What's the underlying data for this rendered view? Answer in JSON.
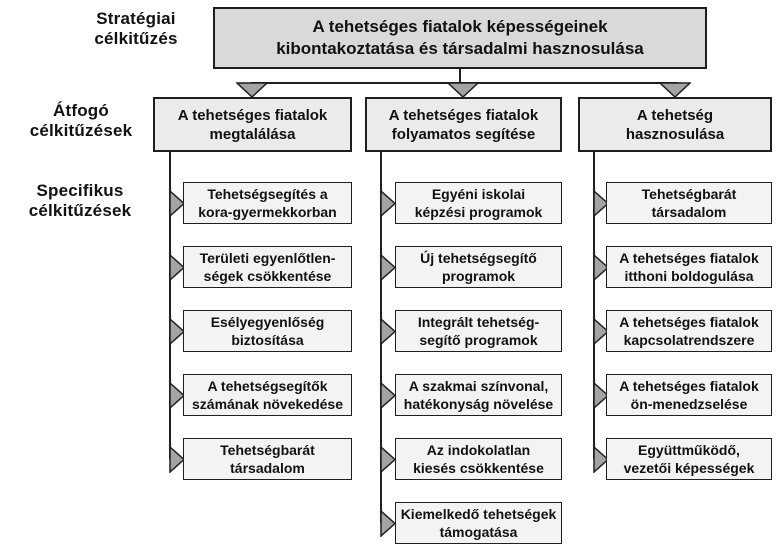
{
  "diagram": {
    "colors": {
      "top_box_fill": "#d9d9d9",
      "level2_box_fill": "#ebebeb",
      "item_box_fill": "#f3f3f3",
      "border_color": "#1f1f1f",
      "arrow_fill": "#a3a3a3",
      "text_color": "#111111",
      "background": "#ffffff"
    },
    "row_labels": [
      {
        "line1": "Stratégiai",
        "line2": "célkitűzés"
      },
      {
        "line1": "Átfogó",
        "line2": "célkitűzések"
      },
      {
        "line1": "Specifikus",
        "line2": "célkitűzések"
      }
    ],
    "strategic_goal": {
      "line1": "A tehetséges fiatalok képességeinek",
      "line2": "kibontakoztatása és társadalmi hasznosulása"
    },
    "columns": [
      {
        "heading": {
          "line1": "A tehetséges fiatalok",
          "line2": "megtalálása"
        },
        "items": [
          {
            "line1": "Tehetségsegítés a",
            "line2": "kora-gyermekkorban"
          },
          {
            "line1": "Területi egyenlőtlen-",
            "line2": "ségek csökkentése"
          },
          {
            "line1": "Esélyegyenlőség",
            "line2": "biztosítása"
          },
          {
            "line1": "A tehetségsegítők",
            "line2": "számának növekedése"
          },
          {
            "line1": "Tehetségbarát",
            "line2": "társadalom"
          }
        ]
      },
      {
        "heading": {
          "line1": "A tehetséges fiatalok",
          "line2": "folyamatos segítése"
        },
        "items": [
          {
            "line1": "Egyéni iskolai",
            "line2": "képzési programok"
          },
          {
            "line1": "Új tehetségsegítő",
            "line2": "programok"
          },
          {
            "line1": "Integrált tehetség-",
            "line2": "segítő programok"
          },
          {
            "line1": "A szakmai színvonal,",
            "line2": "hatékonyság növelése"
          },
          {
            "line1": "Az indokolatlan",
            "line2": "kiesés csökkentése"
          },
          {
            "line1": "Kiemelkedő tehetségek",
            "line2": "támogatása"
          }
        ]
      },
      {
        "heading": {
          "line1": "A tehetség",
          "line2": "hasznosulása"
        },
        "items": [
          {
            "line1": "Tehetségbarát",
            "line2": "társadalom"
          },
          {
            "line1": "A tehetséges fiatalok",
            "line2": "itthoni boldogulása"
          },
          {
            "line1": "A tehetséges fiatalok",
            "line2": "kapcsolatrendszere"
          },
          {
            "line1": "A tehetséges fiatalok",
            "line2": "ön-menedzselése"
          },
          {
            "line1": "Együttműködő,",
            "line2": "vezetői képességek"
          }
        ]
      }
    ]
  }
}
